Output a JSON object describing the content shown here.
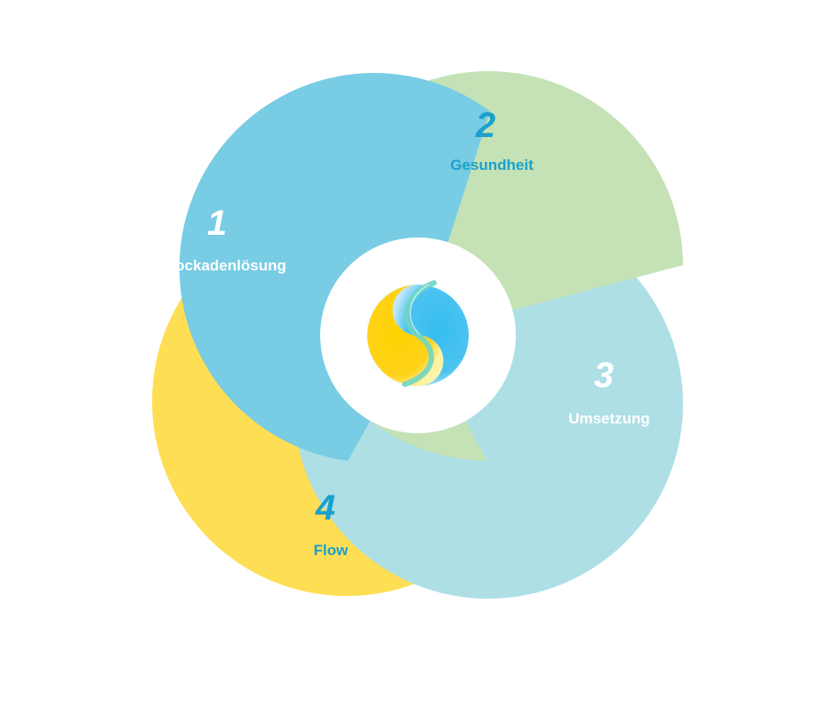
{
  "diagram": {
    "segments": [
      {
        "number": "1",
        "label": "Blockadenlösung",
        "color": "#78cce4",
        "text_color": "#ffffff"
      },
      {
        "number": "2",
        "label": "Gesundheit",
        "color": "#c4e2b6",
        "text_color": "#1aa0cc"
      },
      {
        "number": "3",
        "label": "Umsetzung",
        "color": "#addfe5",
        "text_color": "#ffffff"
      },
      {
        "number": "4",
        "label": "Flow",
        "color": "#fede54",
        "text_color": "#1aa0cc"
      }
    ],
    "center_logo": {
      "icon": "yin-yang-logo-icon",
      "colors": [
        "#fdd000",
        "#3ec0ef",
        "#5fd0c0"
      ]
    }
  }
}
